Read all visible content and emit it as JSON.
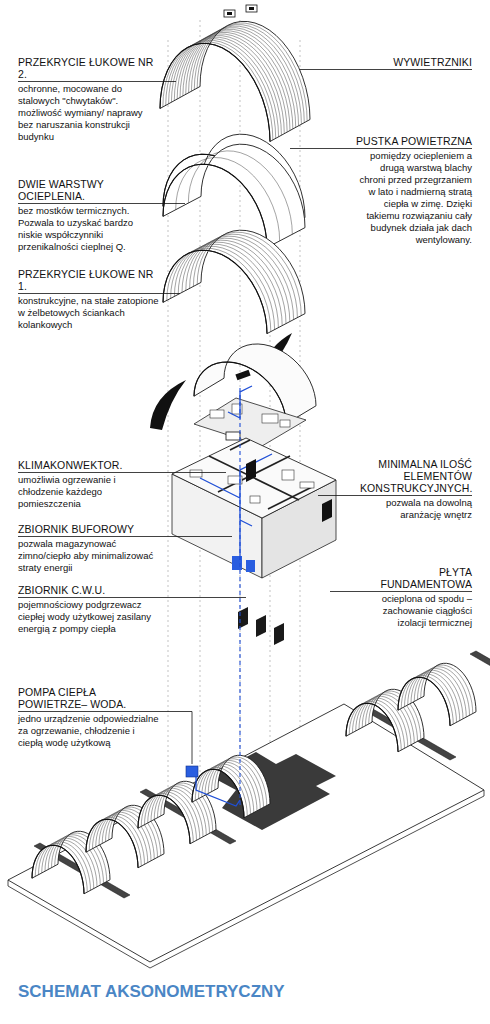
{
  "diagram": {
    "title": "SCHEMAT AKSONOMETRYCZNY",
    "labels": [
      "PRZEKRYCIE ŁUKOWE NR 2.",
      "ochronne, mocowane do stalowych \"chwytaków\". możliwość wymiany/ naprawy bez naruszania konstrukcji budynku",
      "WYWIETRZNIKI",
      "PUSTKA POWIETRZNA",
      "pomiędzy ociepleniem a drugą warstwą blachy chroni przed przegrzaniem w lato i nadmierną stratą ciepła w zimę. Dzięki takiemu rozwiązaniu cały budynek działa jak dach wentylowany.",
      "DWIE WARSTWY OCIEPLENIA.",
      "bez mostków termicznych. Pozwala to uzyskać bardzo niskie współczynniki przenikalności cieplnej Q.",
      "PRZEKRYCIE ŁUKOWE NR 1.",
      "konstrukcyjne, na stałe zatopione w żelbetowych ściankach kolankowych",
      "KLIMAKONWEKTOR.",
      "umożliwia ogrzewanie i chłodzenie każdego pomieszczenia",
      "MINIMALNA ILOŚĆ ELEMENTÓW KONSTRUKCYJNYCH.",
      "pozwala na dowolną aranżację wnętrz",
      "ZBIORNIK BUFOROWY",
      "pozwala magazynować zimno/ciepło aby minimalizować straty energii",
      "PŁYTA FUNDAMENTOWA",
      "ocieplona od spodu – zachowanie ciągłości izolacji termicznej",
      "ZBIORNIK C.W.U.",
      "pojemnościowy podgrzewacz ciepłej wody użytkowej zasilany energią z pompy ciepła",
      "POMPA CIEPŁA POWIETRZE– WODA.",
      "jedno urządzenie odpowiedzialne za ogrzewanie, chłodzenie i ciepłą wodę użytkową"
    ]
  }
}
